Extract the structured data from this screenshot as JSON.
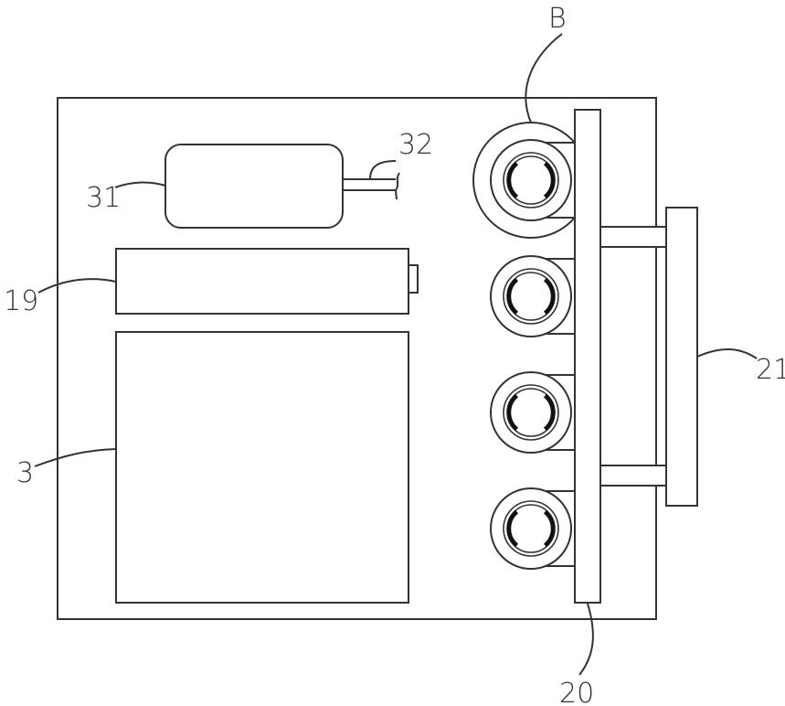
{
  "figure": {
    "type": "patent-line-drawing",
    "line_color": "#333333",
    "background": "#ffffff"
  },
  "labels": {
    "b": "B",
    "l32": "32",
    "l31": "31",
    "l19": "19",
    "l3": "3",
    "l21": "21",
    "l20": "20"
  },
  "components": [
    {
      "id": "housing",
      "description": "outer frame"
    },
    {
      "id": "31",
      "description": "rounded box unit"
    },
    {
      "id": "32",
      "description": "cable / pipe from unit 31"
    },
    {
      "id": "19",
      "description": "elongated bar component with end tab"
    },
    {
      "id": "3",
      "description": "large rectangular panel"
    },
    {
      "id": "B",
      "description": "detail circle around top roller"
    },
    {
      "id": "20",
      "description": "vertical mounting plate with rollers"
    },
    {
      "id": "21",
      "description": "external plate connected by two bars"
    }
  ],
  "rollers": {
    "count": 4
  }
}
